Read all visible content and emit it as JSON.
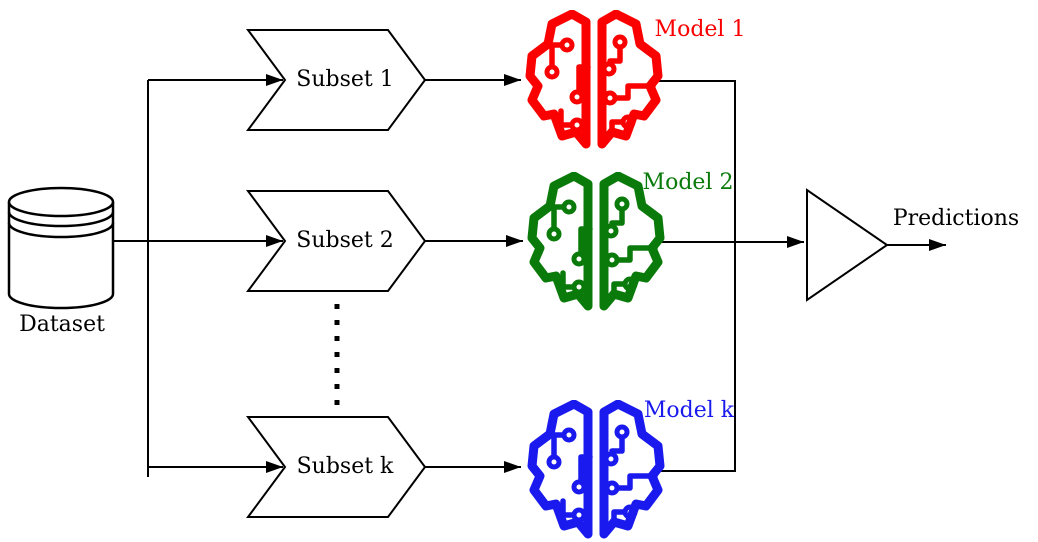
{
  "diagram": {
    "dataset": {
      "label": "Dataset"
    },
    "subsets": [
      {
        "label": "Subset 1"
      },
      {
        "label": "Subset 2"
      },
      {
        "label": "Subset k"
      }
    ],
    "models": [
      {
        "label": "Model 1",
        "color": "#fa0000"
      },
      {
        "label": "Model 2",
        "color": "#0a7a0a"
      },
      {
        "label": "Model k",
        "color": "#1a1aee"
      }
    ],
    "output": {
      "label": "Predictions"
    },
    "style": {
      "line_color": "#000000",
      "text_color": "#000000",
      "shape_fill": "#ffffff"
    }
  }
}
